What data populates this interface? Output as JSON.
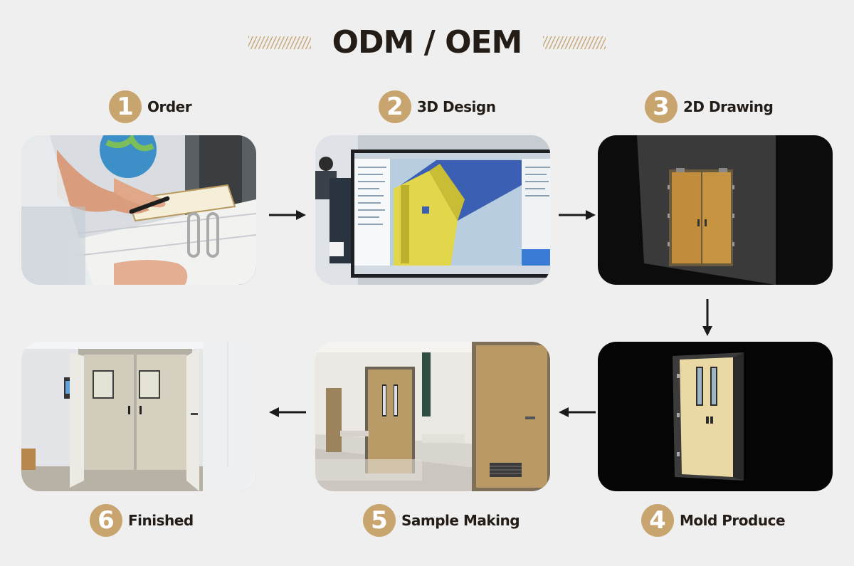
{
  "title": "ODM / OEM",
  "colors": {
    "accent": "#c8a56e",
    "text": "#231c17",
    "background": "#efefef"
  },
  "steps": [
    {
      "number": "1",
      "label": "Order"
    },
    {
      "number": "2",
      "label": "3D Design"
    },
    {
      "number": "3",
      "label": "2D Drawing"
    },
    {
      "number": "4",
      "label": "Mold Produce"
    },
    {
      "number": "5",
      "label": "Sample Making"
    },
    {
      "number": "6",
      "label": "Finished"
    }
  ]
}
